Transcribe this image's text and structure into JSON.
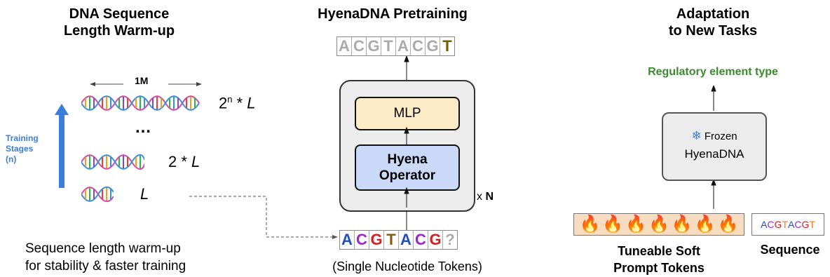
{
  "left": {
    "title_line1": "DNA Sequence",
    "title_line2": "Length Warm-up",
    "length_top": "1M",
    "label_2n_base": "2",
    "label_2n_sup": "n",
    "label_2n_rest": " * ",
    "label_L": "L",
    "dots": "…",
    "label_2_prefix": "2 * ",
    "stages_line1": "Training",
    "stages_line2": "Stages",
    "stages_line3": "(n)",
    "caption_line1": "Sequence length warm-up",
    "caption_line2": "for stability & faster training"
  },
  "middle": {
    "title": "HyenaDNA Pretraining",
    "output_tokens": [
      "A",
      "C",
      "G",
      "T",
      "A",
      "C",
      "G",
      "T"
    ],
    "mlp_label": "MLP",
    "hyena_line1": "Hyena",
    "hyena_line2": "Operator",
    "repeat_prefix": "x ",
    "repeat_n": "N",
    "input_tokens": [
      "A",
      "C",
      "G",
      "T",
      "A",
      "C",
      "G",
      "?"
    ],
    "caption": "(Single Nucleotide Tokens)"
  },
  "right": {
    "title_line1": "Adaptation",
    "title_line2": "to",
    "title_line3": "New Tasks",
    "output_label": "Regulatory element type",
    "frozen_label": "Frozen",
    "model_label": "HyenaDNA",
    "flames": [
      "🔥",
      "🔥",
      "🔥",
      "🔥",
      "🔥",
      "🔥",
      "🔥"
    ],
    "sequence_tokens": [
      "A",
      "C",
      "G",
      "T",
      "A",
      "C",
      "G",
      "T"
    ],
    "soft_label_line1": "Tuneable Soft",
    "soft_label_line2": "Prompt Tokens",
    "sequence_label": "Sequence"
  },
  "colors": {
    "A": "#1f4fc4",
    "C": "#9b27c9",
    "G": "#d21f1f",
    "T": "#8a5a12",
    "unknown": "#aaaaaa",
    "output_faded": "#aaaaaa",
    "output_last": "#7a5c00",
    "stage_arrow": "#3b7ddd",
    "mlp_fill": "#fdebc8",
    "hyena_fill": "#c9d9f7",
    "green": "#3a8a2e",
    "soft_fill": "#f8dcc0",
    "flame": "#f2791b"
  }
}
